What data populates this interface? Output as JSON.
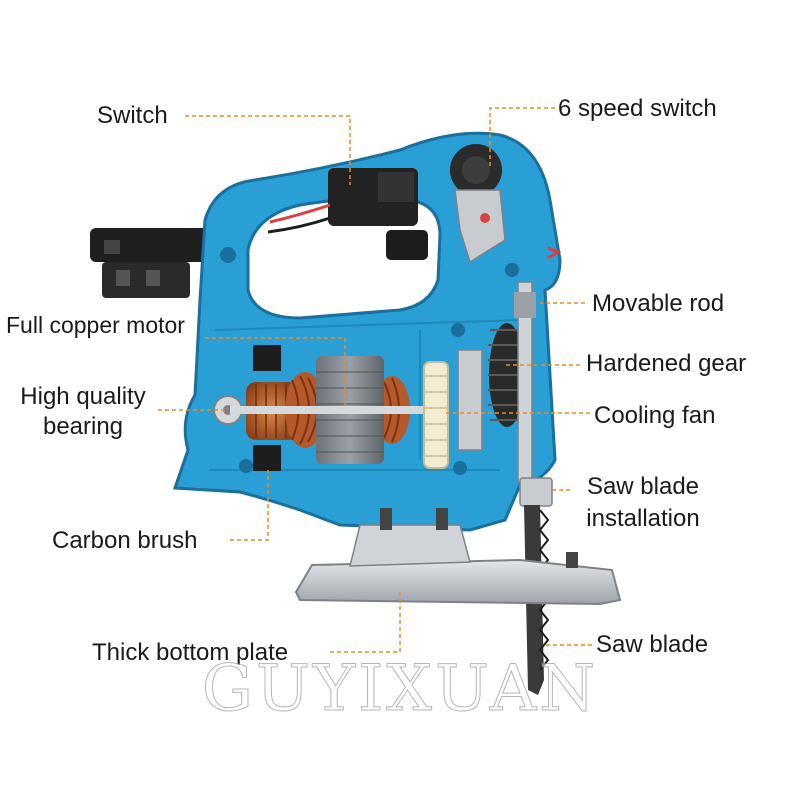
{
  "labels": {
    "switch": "Switch",
    "speed_switch": "6 speed switch",
    "movable_rod": "Movable rod",
    "copper_motor": "Full copper motor",
    "hardened_gear": "Hardened gear",
    "bearing_line1": "High quality",
    "bearing_line2": "bearing",
    "cooling_fan": "Cooling fan",
    "blade_install_line1": "Saw blade",
    "blade_install_line2": "installation",
    "carbon_brush": "Carbon brush",
    "bottom_plate": "Thick bottom plate",
    "saw_blade": "Saw blade"
  },
  "watermark": "GUYIXUAN",
  "colors": {
    "housing": "#2a9fd6",
    "housing_dark": "#1a6f9c",
    "leader": "#f08a24",
    "copper": "#c0662c",
    "steel": "#b8bcc0",
    "black": "#1d1d1d"
  }
}
